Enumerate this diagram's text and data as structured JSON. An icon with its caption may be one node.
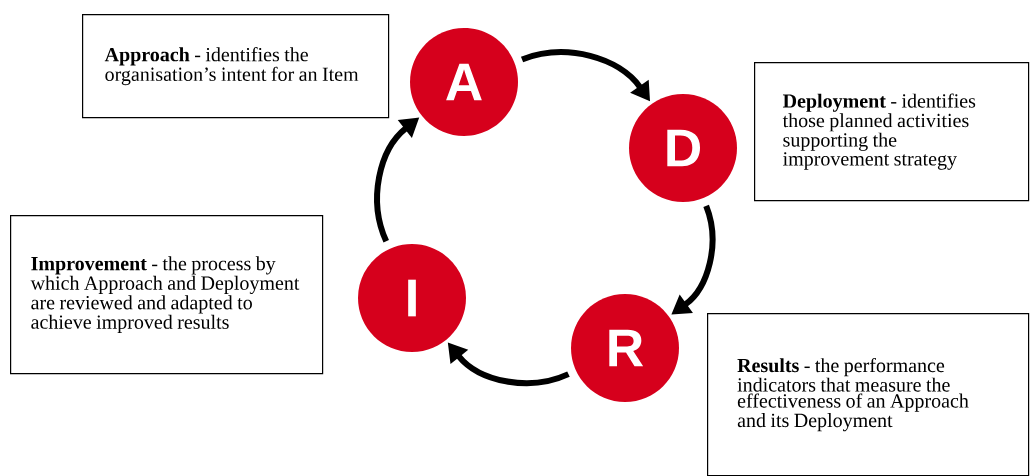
{
  "diagram": {
    "nodes": [
      {
        "text": [
          "**Approach** - identifies the organisation’s intent for an Item"
        ]
      },
      {
        "text": [
          "A"
        ]
      },
      {
        "text": [
          "D"
        ]
      },
      {
        "text": [
          "**Deployment** - identifies those planned activities supporting the improvement strategy"
        ]
      },
      {
        "text": [
          "**Improvement** - the process by which Approach and Deployment are reviewed and adapted to achieve improved results"
        ]
      },
      {
        "text": [
          "I"
        ]
      },
      {
        "text": [
          "R"
        ]
      },
      {
        "text": [
          "**Results** - the performance indicators that measure the effectiveness of an Approach and its Deployment"
        ]
      }
    ],
    "edges": [
      {
        "from": 1,
        "to": 2,
        "arrow": "to"
      },
      {
        "from": 2,
        "to": 6,
        "arrow": "to"
      },
      {
        "from": 6,
        "to": 5,
        "arrow": "to"
      },
      {
        "from": 5,
        "to": 1,
        "arrow": "to"
      }
    ]
  }
}
